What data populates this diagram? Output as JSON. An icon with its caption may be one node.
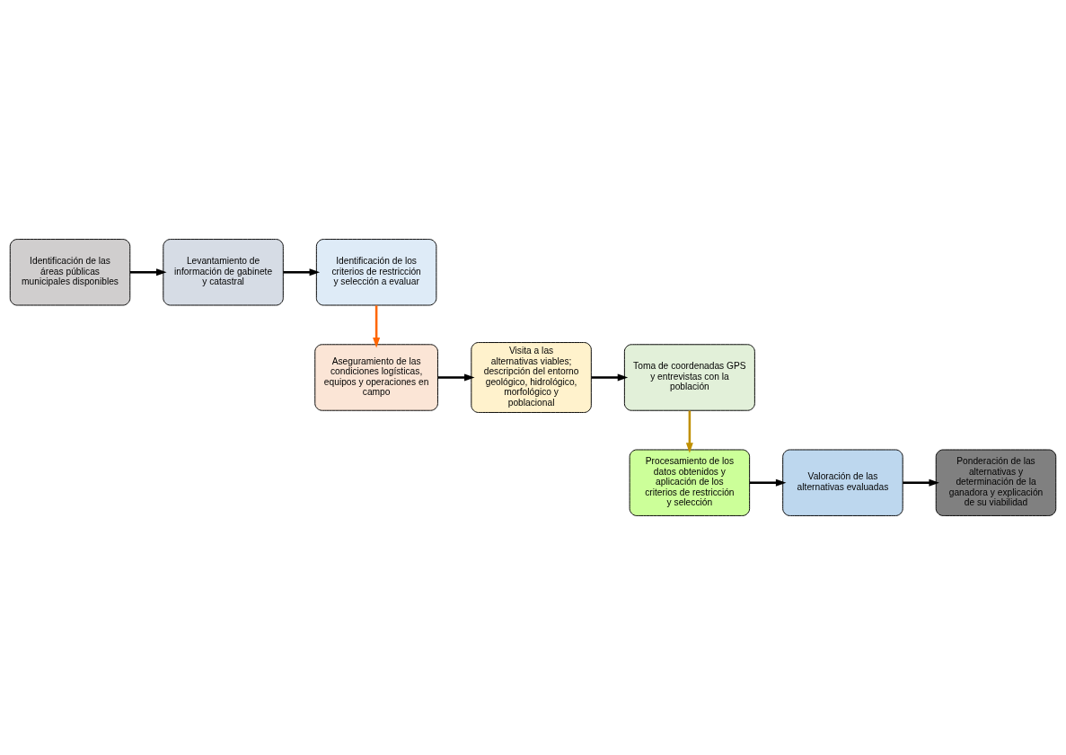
{
  "diagram": {
    "nodes": [
      {
        "text": [
          "Identificación de las áreas públicas municipales disponibles"
        ]
      },
      {
        "text": [
          "Levantamiento de información de gabinete y catastral"
        ]
      },
      {
        "text": [
          "Identificación de los criterios de restricción y selección a evaluar"
        ]
      },
      {
        "text": [
          "Aseguramiento de las condiciones logísticas, equipos y operaciones en campo"
        ]
      },
      {
        "text": [
          "Visita a las alternativas viables; descripción del entorno geológico, hidrológico, morfológico y poblacional"
        ]
      },
      {
        "text": [
          "Toma de coordenadas GPS y entrevistas con la población"
        ]
      },
      {
        "text": [
          "Procesamiento de los datos obtenidos y aplicación de los criterios de restricción y selección"
        ]
      },
      {
        "text": [
          "Valoración de las alternativas evaluadas"
        ]
      },
      {
        "text": [
          "Ponderación de las alternativas y determinación de la ganadora y explicación de su viabilidad"
        ]
      }
    ],
    "edges": [
      {
        "from": 0,
        "to": 1,
        "arrow": "to"
      },
      {
        "from": 1,
        "to": 2,
        "arrow": "to"
      },
      {
        "from": 2,
        "to": 3,
        "arrow": "to",
        "color": "#ff6600"
      },
      {
        "from": 3,
        "to": 4,
        "arrow": "to"
      },
      {
        "from": 4,
        "to": 5,
        "arrow": "to"
      },
      {
        "from": 5,
        "to": 6,
        "arrow": "to",
        "color": "#c09000"
      },
      {
        "from": 6,
        "to": 7,
        "arrow": "to"
      },
      {
        "from": 7,
        "to": 8,
        "arrow": "to"
      }
    ]
  }
}
